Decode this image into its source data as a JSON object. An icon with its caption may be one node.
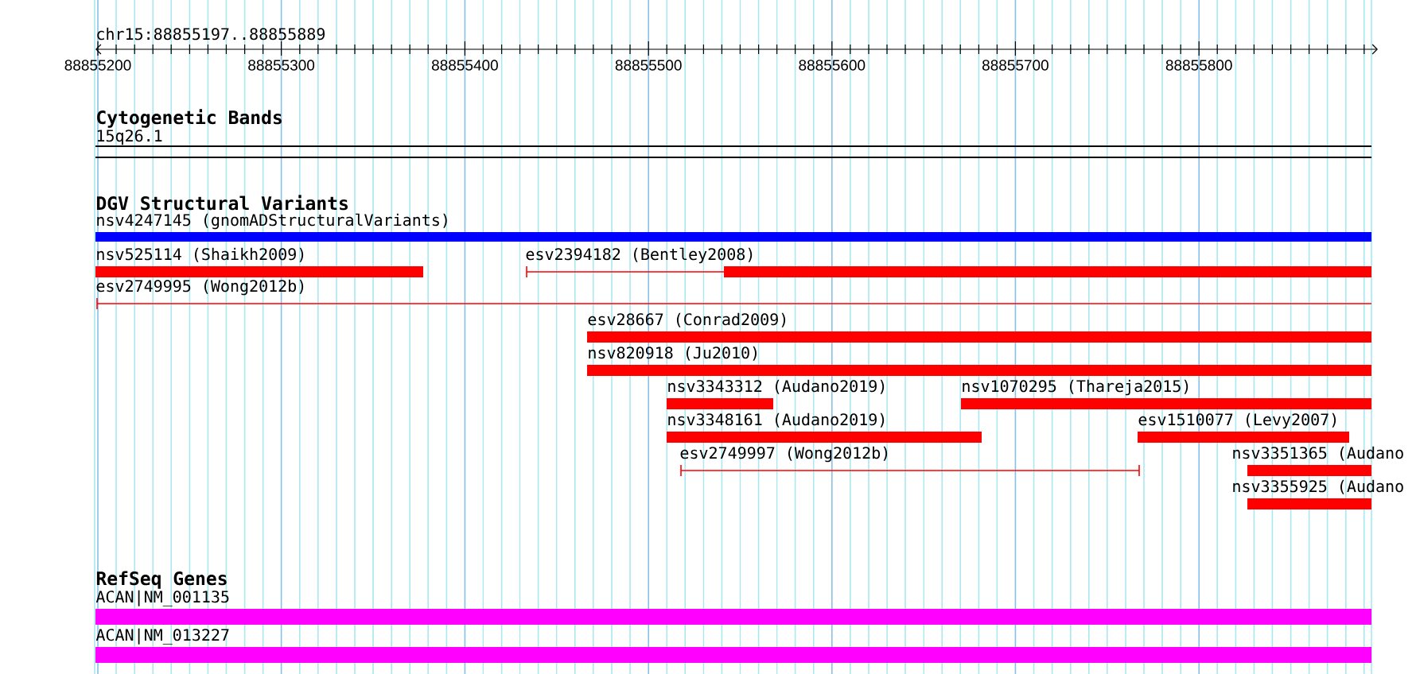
{
  "diagram": {
    "nodes": [
      {
        "text": [
          "15q26.1"
        ]
      },
      {
        "text": [
          "nsv4247145 (gnomADStructuralVariants)"
        ]
      },
      {
        "text": [
          "nsv525114 (Shaikh2009)"
        ]
      },
      {
        "text": [
          "esv2394182 (Bentley2008)"
        ]
      },
      {
        "text": [
          "esv2749995 (Wong2012b)"
        ]
      },
      {
        "text": [
          "esv28667 (Conrad2009)"
        ]
      },
      {
        "text": [
          "nsv820918 (Ju2010)"
        ]
      },
      {
        "text": [
          "nsv3343312 (Audano2019)"
        ]
      },
      {
        "text": [
          "nsv1070295 (Thareja2015)"
        ]
      },
      {
        "text": [
          "nsv3348161 (Audano2019)"
        ]
      },
      {
        "text": [
          "esv1510077 (Levy2007)"
        ]
      },
      {
        "text": [
          "esv2749997 (Wong2012b)"
        ]
      },
      {
        "text": [
          "nsv3351365 (Audano"
        ]
      },
      {
        "text": [
          "nsv3355925 (Audano"
        ]
      },
      {
        "text": [
          "ACAN|NM_001135"
        ]
      },
      {
        "text": [
          "ACAN|NM_013227"
        ]
      }
    ],
    "labels": [
      "chr15:88855197..88855889",
      "88855200",
      "88855300",
      "88855400",
      "88855500",
      "88855600",
      "88855700",
      "88855800",
      "Cytogenetic Bands",
      "DGV Structural Variants",
      "RefSeq Genes"
    ]
  }
}
